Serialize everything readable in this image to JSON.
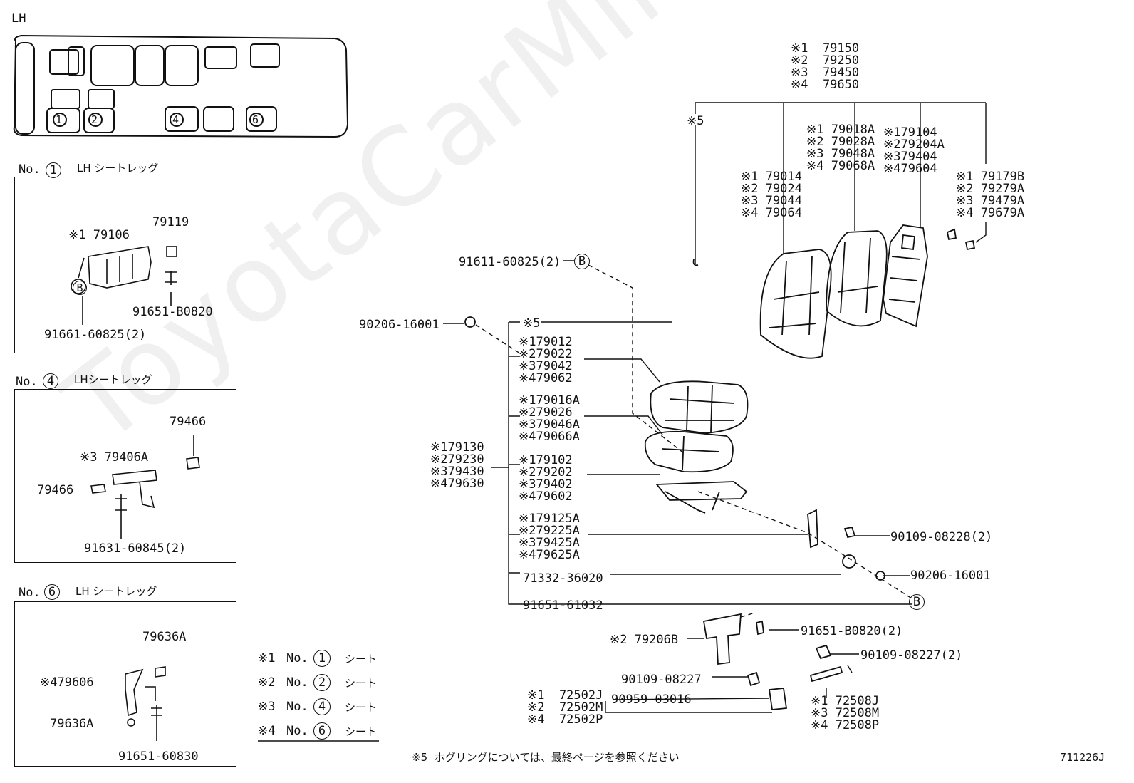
{
  "corner_label": "LH",
  "watermark": "ToyotaCarMine.ru",
  "diagram_code": "711226J",
  "footnote": "※5  ホグリングについては、最終ページを参照ください",
  "insets": {
    "no1": {
      "title_no": "No.",
      "title_num": "1",
      "title_text": "LH シートレッグ",
      "parts": [
        "※1 79106",
        "79119",
        "91651-B0820",
        "91661-60825(2)"
      ],
      "ref": "B"
    },
    "no4": {
      "title_no": "No.",
      "title_num": "4",
      "title_text": "LHシートレッグ",
      "parts": [
        "79466",
        "※3 79406A",
        "79466",
        "91631-60845(2)"
      ]
    },
    "no6": {
      "title_no": "No.",
      "title_num": "6",
      "title_text": "LH シートレッグ",
      "parts": [
        "79636A",
        "※479606",
        "79636A",
        "91651-60830"
      ]
    }
  },
  "legend": [
    {
      "mark": "※1",
      "no": "No.",
      "num": "1",
      "text": "シート"
    },
    {
      "mark": "※2",
      "no": "No.",
      "num": "2",
      "text": "シート"
    },
    {
      "mark": "※3",
      "no": "No.",
      "num": "4",
      "text": "シート"
    },
    {
      "mark": "※4",
      "no": "No.",
      "num": "6",
      "text": "シート"
    }
  ],
  "seat_map": {
    "seat_numbers": [
      "1",
      "2",
      "4",
      "6"
    ]
  },
  "callouts": {
    "top_group": [
      "※1  79150",
      "※2  79250",
      "※3  79450",
      "※4  79650"
    ],
    "star5_top": "※5",
    "back_cover": [
      "※1 79014",
      "※2 79024",
      "※3 79044",
      "※4 79064"
    ],
    "back_pad": [
      "※1 79018A",
      "※2 79028A",
      "※3 79048A",
      "※4 79068A"
    ],
    "back_frame": [
      "※179104",
      "※279204A",
      "※379404",
      "※479604"
    ],
    "headrest": [
      "※1 79179B",
      "※2 79279A",
      "※3 79479A",
      "※4 79679A"
    ],
    "hog_ring_bolt": "91611-60825(2)",
    "grommet": "90206-16001",
    "star5_mid": "※5",
    "cushion_cover": [
      "※179012",
      "※279022",
      "※379042",
      "※479062"
    ],
    "cushion_pad": [
      "※179016A",
      "※279026",
      "※379046A",
      "※479066A"
    ],
    "seat_assy": [
      "※179130",
      "※279230",
      "※379430",
      "※479630"
    ],
    "cushion_frame": [
      "※179102",
      "※279202",
      "※379402",
      "※479602"
    ],
    "hinge": [
      "※179125A",
      "※279225A",
      "※379425A",
      "※479625A"
    ],
    "knob": "71332-36020",
    "bolt_bottom": "91651-61032",
    "bolt_hinge": "90109-08228(2)",
    "grommet_right": "90206-16001",
    "ref_b": "B",
    "leg": "※2 79206B",
    "leg_bolt": "91651-B0820(2)",
    "leg_bolt2": "90109-08227(2)",
    "leg_bolt3": "90109-08227",
    "belt_left": [
      "※1  72502J",
      "※2  72502M",
      "※4  72502P"
    ],
    "belt_bolt": "90959-03016",
    "belt_right": [
      "※1 72508J",
      "※3 72508M",
      "※4 72508P"
    ]
  }
}
